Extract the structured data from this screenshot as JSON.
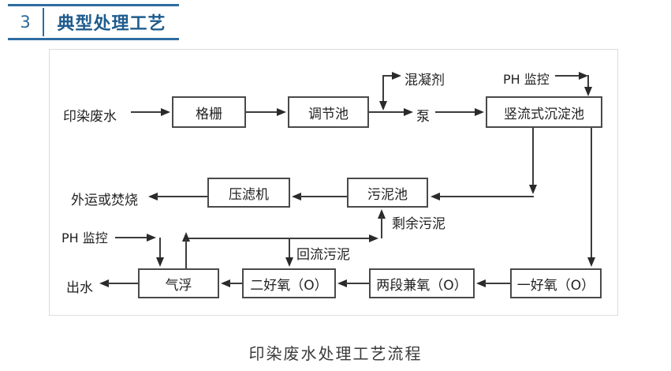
{
  "header": {
    "number": "3",
    "title": "典型处理工艺"
  },
  "figure": {
    "caption": "印染废水处理工艺流程",
    "nodes": {
      "grating": "格栅",
      "regulating_tank": "调节池",
      "sedimentation_tank": "竖流式沉淀池",
      "filter_press": "压滤机",
      "sludge_tank": "污泥池",
      "air_flotation": "气浮",
      "second_aerobic": "二好氧（O）",
      "two_stage_facultative": "两段兼氧（O）",
      "first_aerobic": "一好氧（O）"
    },
    "labels": {
      "influent": "印染废水",
      "coagulant": "混凝剂",
      "pump": "泵",
      "ph_monitor_top": "PH 监控",
      "disposal": "外运或焚烧",
      "surplus_sludge": "剩余污泥",
      "return_sludge": "回流污泥",
      "ph_monitor_bottom": "PH 监控",
      "effluent": "出水"
    }
  },
  "colors": {
    "accent": "#2e6da0",
    "line": "#3c3c3c"
  }
}
